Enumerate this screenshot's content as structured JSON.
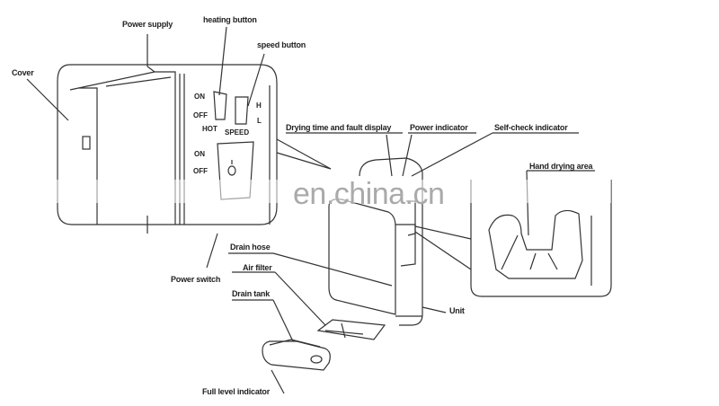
{
  "diagram": {
    "subject": "Jet hand dryer parts diagram",
    "labels": {
      "power_supply": "Power supply",
      "heating_button": "heating button",
      "speed_button": "speed button",
      "cover": "Cover",
      "drying_time_display": "Drying time and fault display",
      "power_indicator": "Power indicator",
      "self_check_indicator": "Self-check indicator",
      "hand_drying_area": "Hand drying area",
      "drain_hose": "Drain hose",
      "power_switch": "Power switch",
      "air_filter": "Air filter",
      "drain_tank": "Drain tank",
      "unit": "Unit",
      "full_level_indicator": "Full level indicator"
    },
    "switch_panel": {
      "heat_on": "ON",
      "heat_off": "OFF",
      "speed_high": "H",
      "speed_low": "L",
      "hot": "HOT",
      "speed": "SPEED",
      "power_on": "ON",
      "power_off": "OFF"
    },
    "watermark": "en.china.cn",
    "line_color": "#333333"
  }
}
